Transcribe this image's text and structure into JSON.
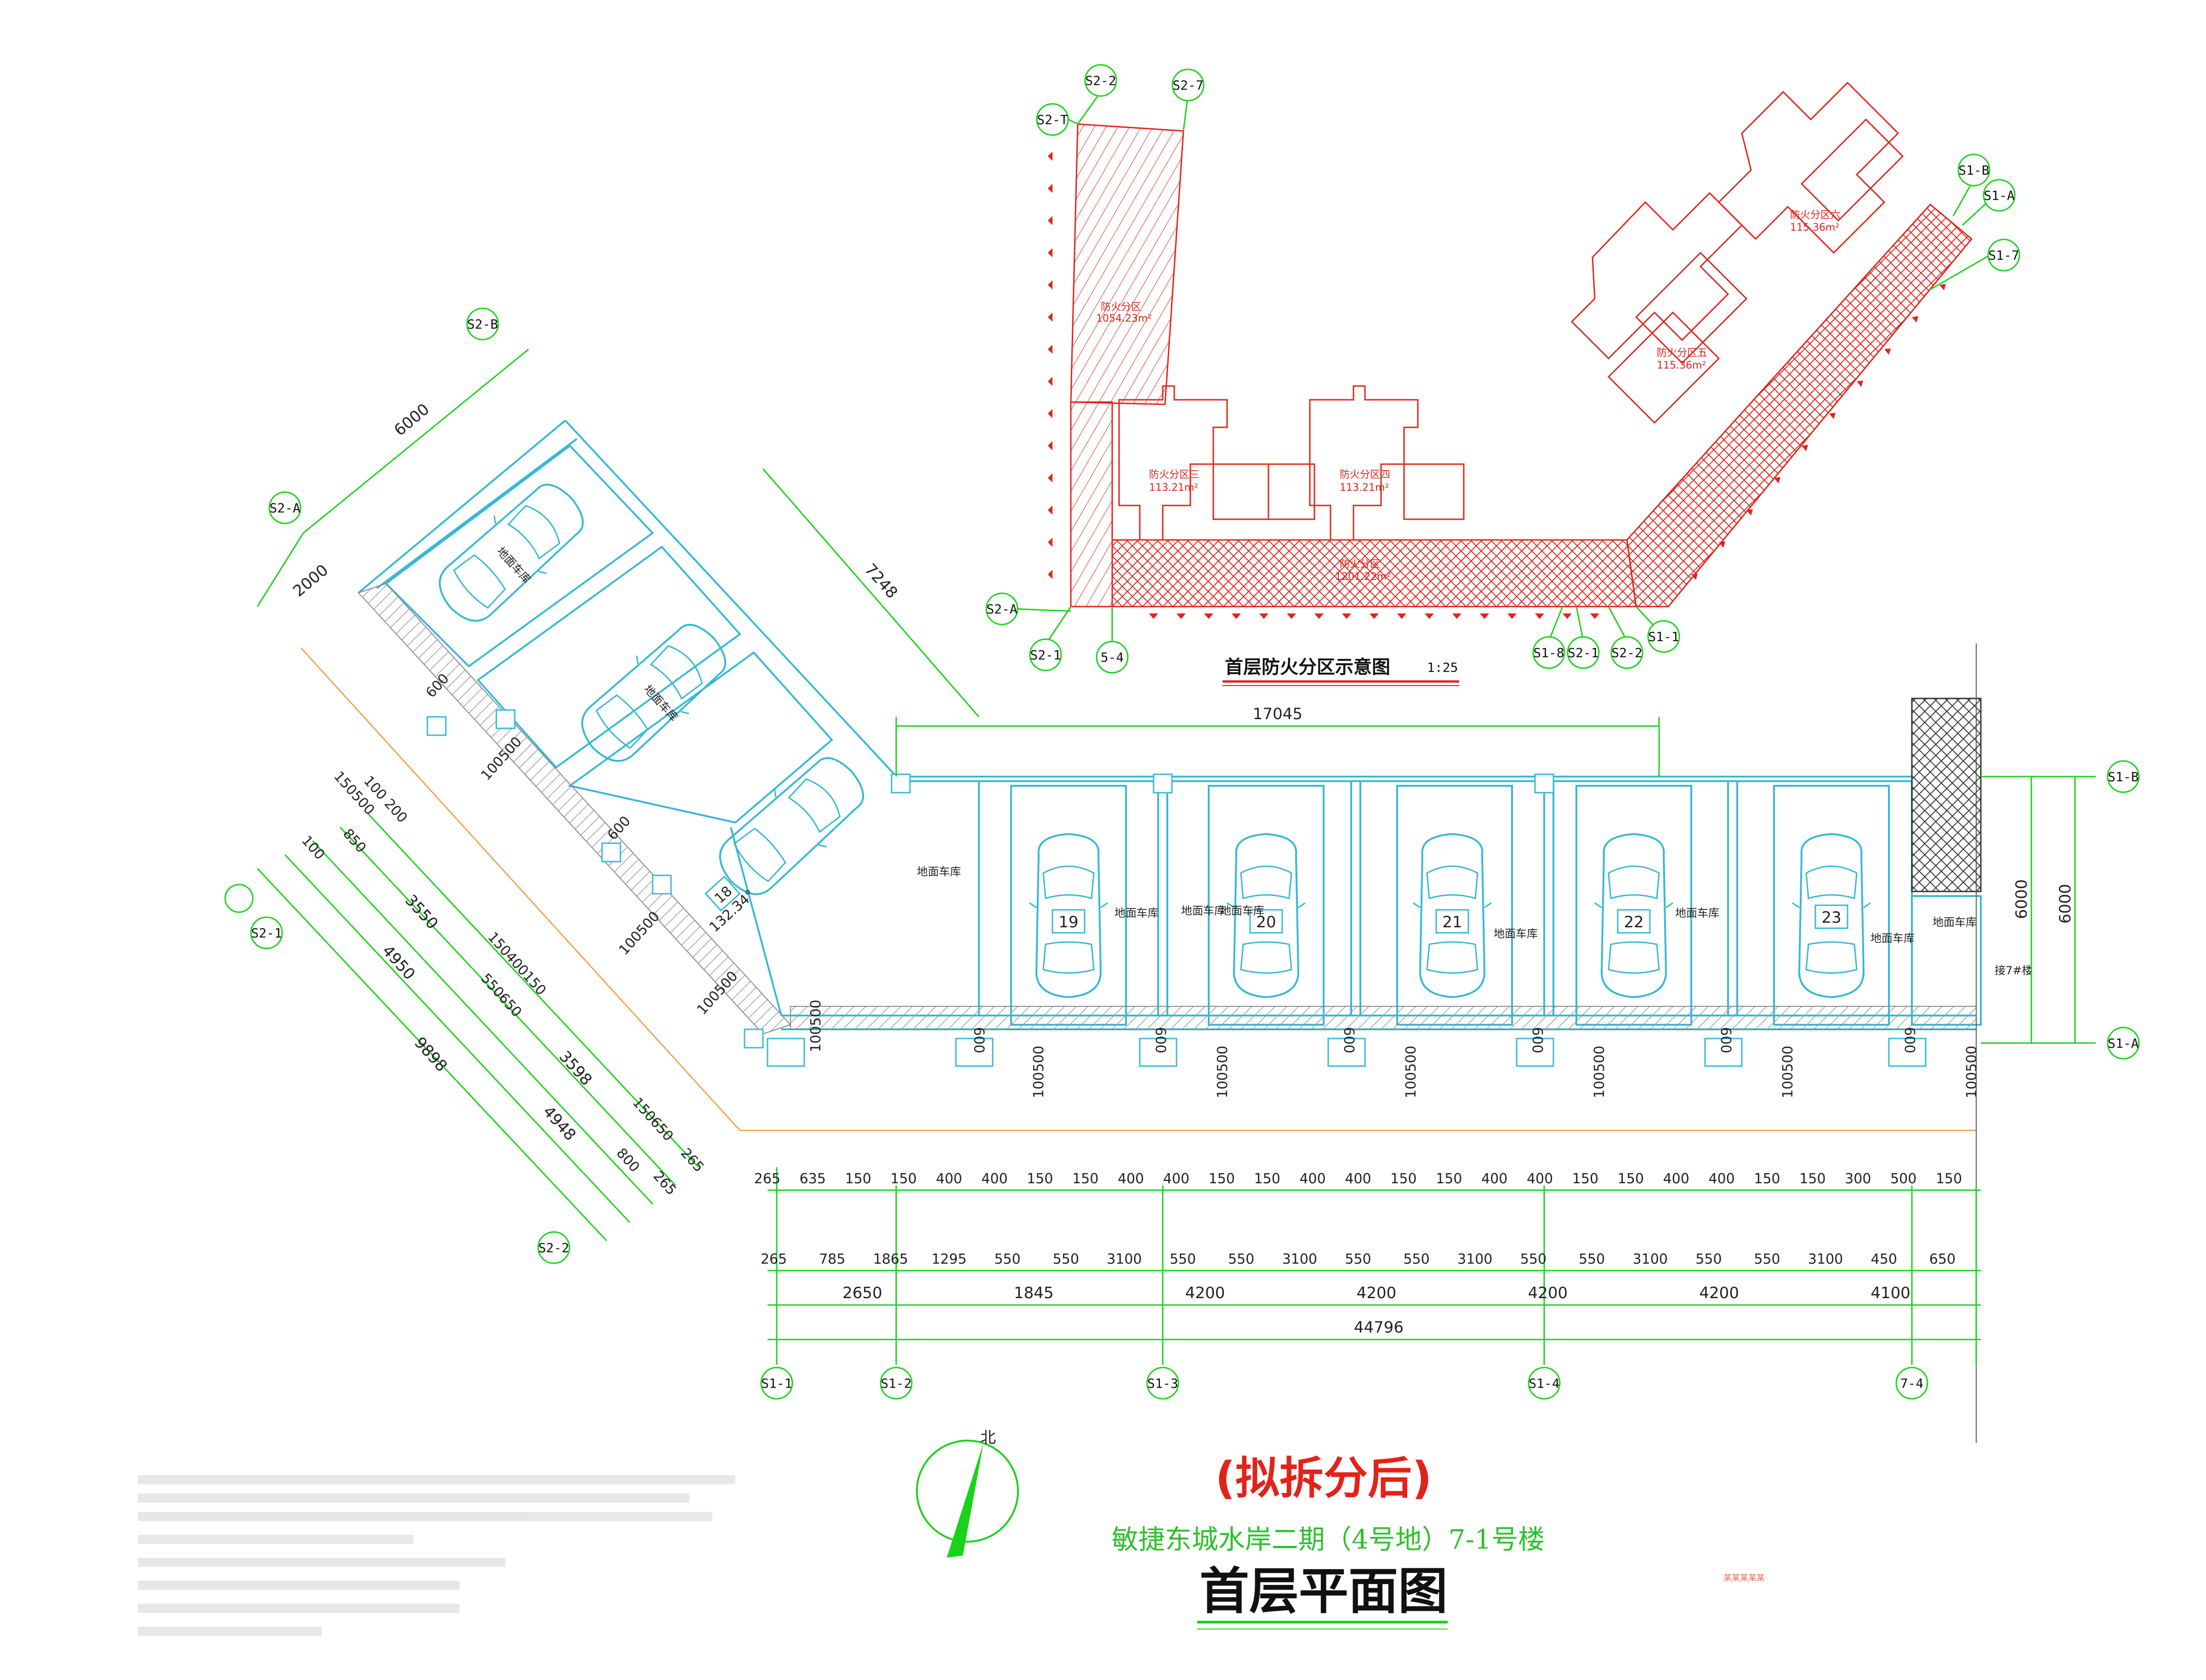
{
  "titles": {
    "status": "(拟拆分后)",
    "project": "敏捷东城水岸二期（4号地）7-1号楼",
    "main": "首层平面图",
    "inset": "首层防火分区示意图",
    "inset_scale": "1:25",
    "north": "北",
    "stamp": "某某某某某"
  },
  "parking": {
    "space_label": "地面车库",
    "garage_numbers": [
      "18",
      "19",
      "20",
      "21",
      "22",
      "23"
    ],
    "connect_label": "接7#楼",
    "angle": "132.34°"
  },
  "dimensions": {
    "top_overall": "17045",
    "right_a": "6000",
    "right_b": "6000",
    "diag_top": "6000",
    "diag_side": "2000",
    "diag_right": "7248",
    "diag_overall": "9898",
    "diag_4950": "4950",
    "diag_4948": "4948",
    "diag_3550": "3550",
    "diag_3598": "3598",
    "diag_850": "850",
    "diag_100": "100",
    "diag_100_200": "100 200",
    "diag_150_500": "150500",
    "diag_150_400_150": "150400150",
    "diag_550_650": "550650",
    "diag_150_650": "150650",
    "diag_800": "800",
    "diag_265a": "265",
    "diag_265b": "265",
    "col_600": "600",
    "col_100_500": "100500",
    "row1": [
      "265",
      "635",
      "150",
      "150",
      "400",
      "400",
      "150",
      "150",
      "400",
      "400",
      "150",
      "150",
      "400",
      "400",
      "150",
      "150",
      "400",
      "400",
      "150",
      "150",
      "400",
      "400",
      "150",
      "150",
      "300",
      "500",
      "150"
    ],
    "row2": [
      "265",
      "785",
      "1865",
      "1295",
      "550",
      "550",
      "3100",
      "550",
      "550",
      "3100",
      "550",
      "550",
      "3100",
      "550",
      "550",
      "3100",
      "550",
      "550",
      "3100",
      "450",
      "650"
    ],
    "row3": [
      "2650",
      "1845",
      "4200",
      "4200",
      "4200",
      "4200",
      "4100"
    ],
    "row4": "44796"
  },
  "axes": {
    "bottom": [
      "S1-1",
      "S1-2",
      "S1-3",
      "S1-4",
      "7-4"
    ],
    "right": [
      "S1-B",
      "S1-A"
    ],
    "diag": [
      "S2-B",
      "S2-A",
      "S2-1",
      "S2-2"
    ],
    "inset": [
      "S2-2",
      "S2-7",
      "S2-T",
      "S1-B",
      "S1-A",
      "S1-7",
      "S2-A",
      "S2-1",
      "5-4",
      "S1-8",
      "S2-1",
      "S2-2",
      "S1-1"
    ]
  },
  "fire_zones": [
    {
      "name": "防火分区",
      "area": "1054.23m²"
    },
    {
      "name": "防火分区三",
      "area": "113.21m²"
    },
    {
      "name": "防火分区四",
      "area": "113.21m²"
    },
    {
      "name": "防火分区",
      "area": "1201.22m²"
    },
    {
      "name": "防火分区五",
      "area": "115.36m²"
    },
    {
      "name": "防火分区六",
      "area": "115.36m²"
    }
  ],
  "colors": {
    "wall": "#35b9d6",
    "dimension": "#19d319",
    "fire": "#e2231a",
    "title": "#e2231a",
    "subtitle": "#2fbf2f"
  }
}
